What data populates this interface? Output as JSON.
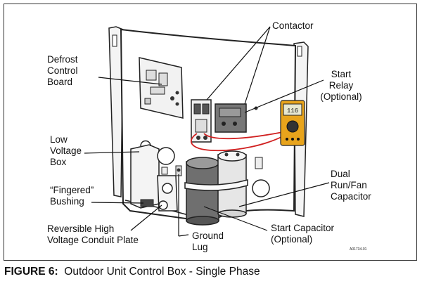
{
  "labels": {
    "contactor": "Contactor",
    "defrost": "Defrost\nControl\nBoard",
    "start_relay": "Start\nRelay\n(Optional)",
    "low_voltage_box": "Low\nVoltage\nBox",
    "dual_capacitor": "Dual\nRun/Fan\nCapacitor",
    "fingered_bushing": "“Fingered”\nBushing",
    "conduit_plate": "Reversible High\nVoltage Conduit Plate",
    "ground_lug": "Ground\nLug",
    "start_capacitor": "Start Capacitor\n(Optional)"
  },
  "meter_reading": "116",
  "drawing_code": "A01734-01",
  "caption": {
    "prefix": "FIGURE 6:",
    "text": "Outdoor Unit Control Box - Single Phase"
  },
  "colors": {
    "wire": "#d02020",
    "meter_body": "#e8a41c",
    "meter_screen": "#e8e8d0",
    "capacitor_dark": "#6f6f6f",
    "capacitor_light": "#e6e6e6"
  }
}
